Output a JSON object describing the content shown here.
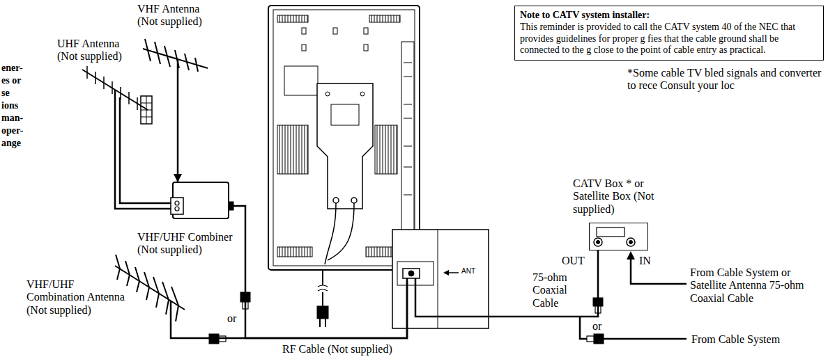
{
  "diagram": {
    "nodes": [
      {
        "text": [
          "Note to CATV system installer:",
          "This reminder is provided to call the CATV system 40 of the NEC that provides guidelines for proper g fies that the cable ground shall be connected to the g close to the point of cable entry as practical."
        ]
      },
      {
        "text": [
          "VHF Antenna (Not supplied)"
        ]
      },
      {
        "text": [
          "UHF Antenna (Not supplied)"
        ]
      },
      {
        "text": [
          "VHF/UHF Combiner (Not supplied)"
        ]
      },
      {
        "text": [
          "VHF/UHF Combination Antenna (Not supplied)"
        ]
      },
      {
        "text": [
          "ANT"
        ]
      },
      {
        "text": [
          "CATV Box * or Satellite Box (Not supplied)"
        ]
      }
    ],
    "edges": [
      {
        "from": 1,
        "to": 3,
        "arrow": "to"
      },
      {
        "from": 2,
        "to": 3,
        "arrow": "none"
      },
      {
        "from": 3,
        "to": 5,
        "arrow": "none"
      },
      {
        "from": 4,
        "to": 5,
        "arrow": "none"
      },
      {
        "from": 6,
        "to": 5,
        "arrow": "none"
      }
    ],
    "labels": [
      "ener-",
      "es or",
      "se",
      "ions",
      "man-",
      "oper-",
      "ange",
      "*Some cable TV bled signals and converter to rece Consult your loc",
      "or",
      "RF Cable (Not supplied)",
      "OUT",
      "IN",
      "75-ohm Coaxial Cable",
      "From Cable System or Satellite Antenna 75-ohm Coaxial Cable",
      "or",
      "From Cable System"
    ]
  }
}
